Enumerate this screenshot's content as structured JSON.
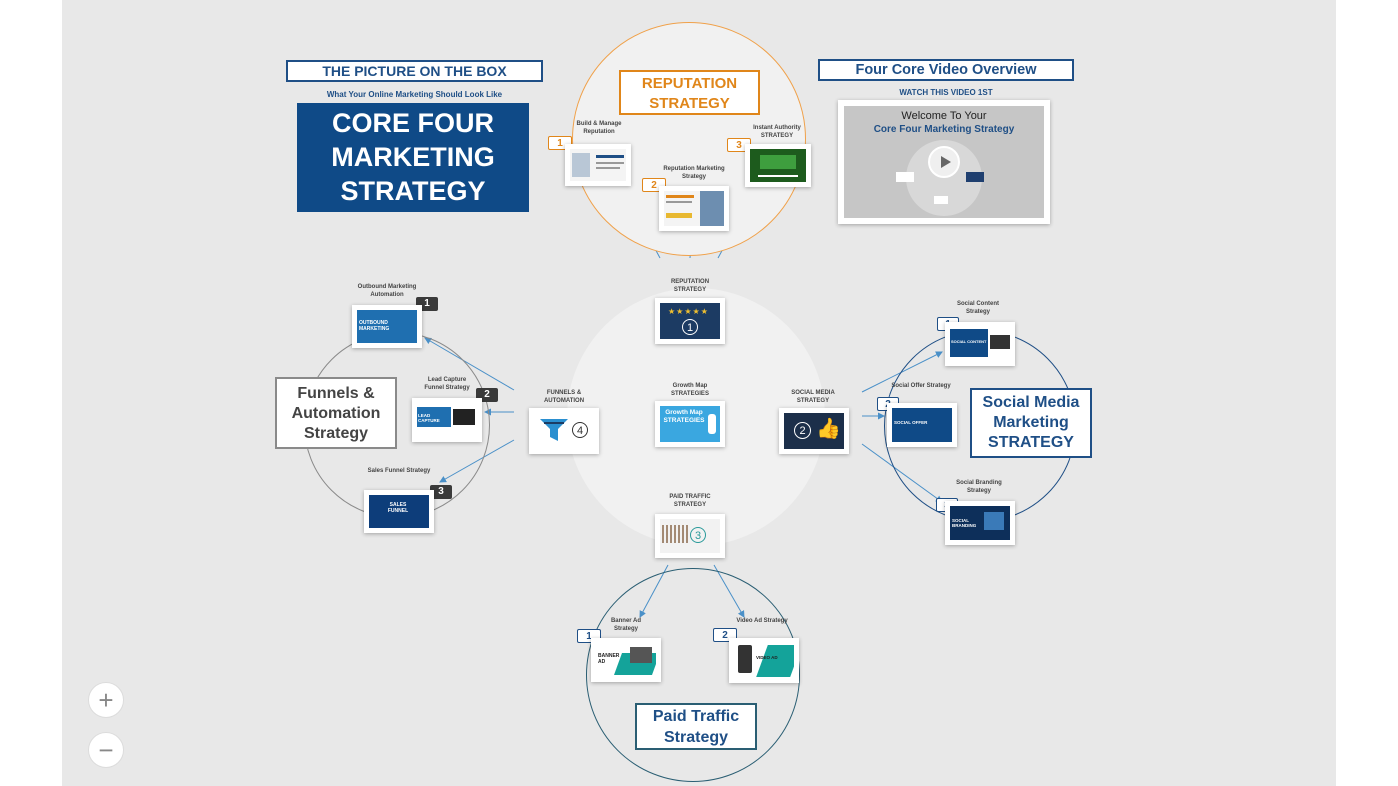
{
  "header": {
    "picture_box_title": "THE PICTURE ON THE BOX",
    "picture_box_subtitle": "What Your Online Marketing Should Look Like",
    "core_four_title": "CORE FOUR MARKETING STRATEGY",
    "video_title": "Four Core Video Overview",
    "video_subtitle": "WATCH THIS VIDEO 1ST",
    "video_line1": "Welcome To Your",
    "video_line2": "Core Four Marketing Strategy"
  },
  "reputation": {
    "title": "REPUTATION STRATEGY",
    "items": [
      {
        "num": "1",
        "label": "Build & Manage Reputation"
      },
      {
        "num": "2",
        "label": "Reputation Marketing Strategy"
      },
      {
        "num": "3",
        "label": "Instant Authority STRATEGY"
      }
    ]
  },
  "center": {
    "top_label": "REPUTATION STRATEGY",
    "top_num": "1",
    "left_label": "FUNNELS & AUTOMATION",
    "left_num": "4",
    "mid_label": "Growth Map STRATEGIES",
    "mid_thumb_text": "Growth Map STRATEGIES",
    "right_label": "SOCIAL MEDIA STRATEGY",
    "right_num": "2",
    "bottom_label": "PAID TRAFFIC STRATEGY",
    "bottom_num": "3"
  },
  "funnels": {
    "title": "Funnels & Automation Strategy",
    "items": [
      {
        "num": "1",
        "label": "Outbound Marketing Automation",
        "thumb": "OUTBOUND MARKETING"
      },
      {
        "num": "2",
        "label": "Lead Capture Funnel Strategy",
        "thumb": "LEAD CAPTURE"
      },
      {
        "num": "3",
        "label": "Sales Funnel Strategy",
        "thumb": "SALES FUNNEL"
      }
    ]
  },
  "social": {
    "title": "Social Media Marketing STRATEGY",
    "items": [
      {
        "num": "1",
        "label": "Social Content Strategy",
        "thumb": "SOCIAL CONTENT"
      },
      {
        "num": "2",
        "label": "Social Offer Strategy",
        "thumb": "SOCIAL OFFER"
      },
      {
        "num": "3",
        "label": "Social Branding Strategy",
        "thumb": "SOCIAL BRANDING"
      }
    ]
  },
  "paid": {
    "title": "Paid Traffic Strategy",
    "items": [
      {
        "num": "1",
        "label": "Banner Ad Strategy",
        "thumb": "BANNER AD"
      },
      {
        "num": "2",
        "label": "Video Ad Strategy",
        "thumb": "VIDEO AD"
      }
    ]
  },
  "controls": {
    "zoom_in": "+",
    "zoom_out": "−"
  },
  "colors": {
    "navy": "#1f4f86",
    "orange": "#e0861a",
    "dark_blue_box": "#0f4a87",
    "teal": "#2a5e73",
    "arrow": "#4a90c8"
  }
}
